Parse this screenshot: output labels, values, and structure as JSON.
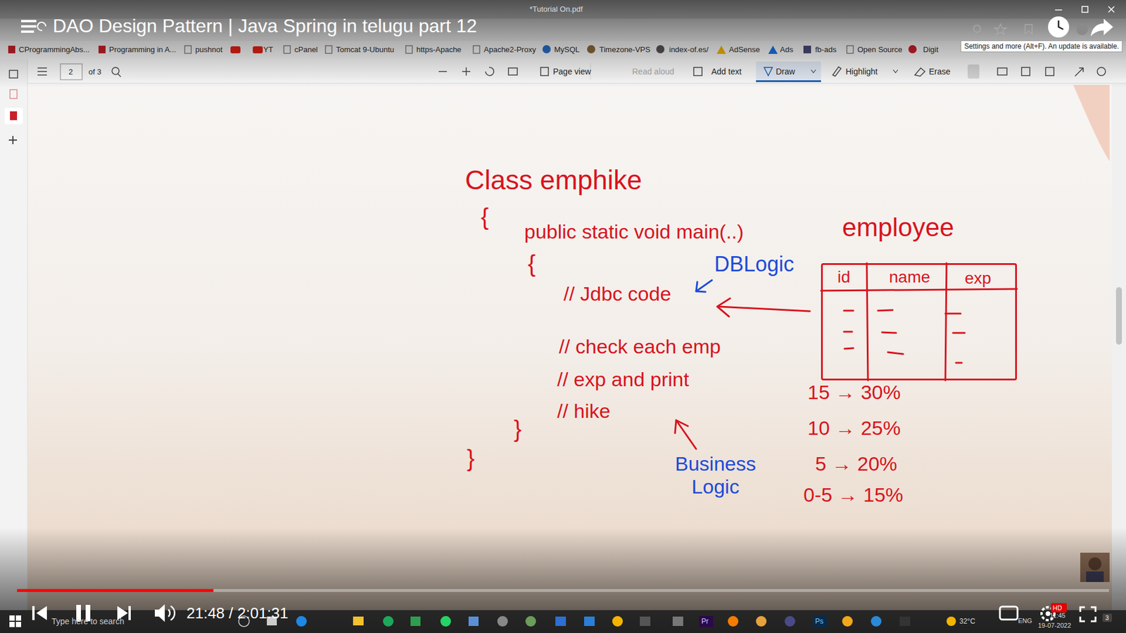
{
  "diagram": {
    "title": "DAO Design Pattern | Java Spring in telugu part 12",
    "nodes": [
      {
        "text": [
          "employee"
        ]
      }
    ],
    "labels": [
      "*Tutorial On.pdf",
      "CProgrammingAbs...",
      "Programming in A...",
      "pushnot",
      "YT",
      "cPanel",
      "Tomcat 9-Ubuntu",
      "https-Apache",
      "Apache2-Proxy",
      "MySQL",
      "Timezone-VPS",
      "index-of.es/",
      "AdSense",
      "Ads",
      "fb-ads",
      "Open Source",
      "Digit",
      "Settings and more (Alt+F). An update is available.",
      "2",
      "of 3",
      "Page view",
      "Read aloud",
      "Add text",
      "Draw",
      "Highlight",
      "Erase",
      "Class emphike",
      "{",
      "public static void main(..)",
      "{",
      "DBLogic",
      "// Jdbc code",
      "// check each emp",
      "// exp and print",
      "// hike",
      "}",
      "}",
      "Business Logic",
      "id",
      "name",
      "exp",
      "15 → 30%",
      "10 → 25%",
      "5 → 20%",
      "0-5 → 15%",
      "21:48 / 2:01:31",
      "HD",
      "Type here to search",
      "Pr",
      "Ps",
      "32°C",
      "ENG",
      "11:45",
      "19-07-2022",
      "3"
    ]
  }
}
